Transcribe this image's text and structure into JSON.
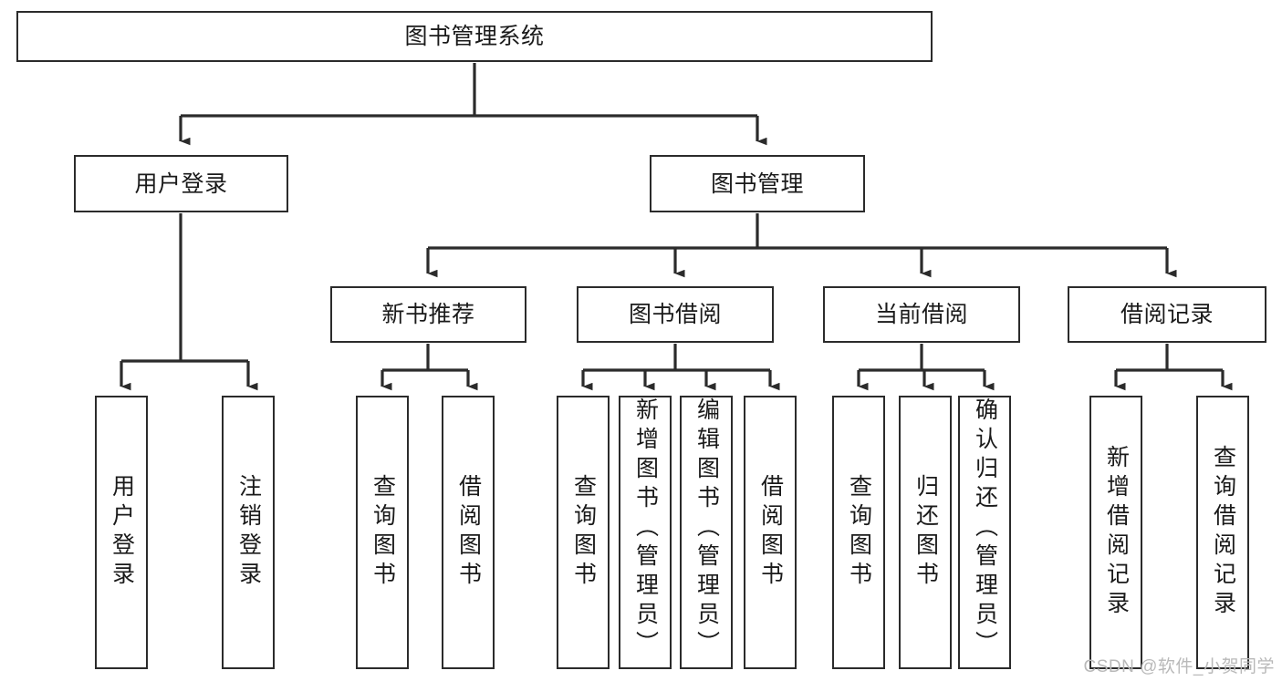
{
  "diagram": {
    "title": "图书管理系统",
    "type": "tree-hierarchy-diagram",
    "colors": {
      "box_border": "#2b2b2b",
      "box_fill": "#ffffff",
      "connector": "#2b2b2b",
      "text": "#1a1a1a",
      "watermark": "#b9b9b9",
      "background": "#ffffff"
    },
    "root": {
      "label": "图书管理系统"
    },
    "level2": [
      {
        "label": "用户登录"
      },
      {
        "label": "图书管理"
      }
    ],
    "level3": [
      {
        "label": "新书推荐"
      },
      {
        "label": "图书借阅"
      },
      {
        "label": "当前借阅"
      },
      {
        "label": "借阅记录"
      }
    ],
    "leaves": {
      "user_login": [
        {
          "label": "用户登录"
        },
        {
          "label": "注销登录"
        }
      ],
      "new_book_rec": [
        {
          "label": "查询图书"
        },
        {
          "label": "借阅图书"
        }
      ],
      "book_borrow": [
        {
          "label": "查询图书"
        },
        {
          "label": "新增图书（管理员）"
        },
        {
          "label": "编辑图书（管理员）"
        },
        {
          "label": "借阅图书"
        }
      ],
      "current_borrow": [
        {
          "label": "查询图书"
        },
        {
          "label": "归还图书"
        },
        {
          "label": "确认归还（管理员）"
        }
      ],
      "borrow_record": [
        {
          "label": "新增借阅记录"
        },
        {
          "label": "查询借阅记录"
        }
      ]
    }
  },
  "watermark": {
    "text": "CSDN @软件_小贺同学"
  }
}
